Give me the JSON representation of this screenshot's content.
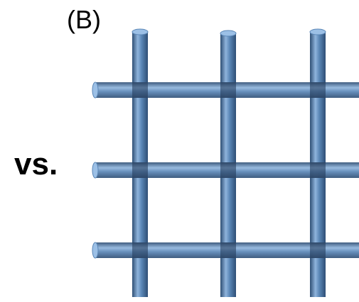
{
  "panel": {
    "label": "(B)"
  },
  "comparison": {
    "text": "vs."
  },
  "mesh": {
    "horizontal_rods": 3,
    "vertical_rods": 3,
    "colors": {
      "rod_body": "#5a86b6",
      "rod_highlight": "#8fb4dc",
      "rod_shadow": "#2f4f75",
      "rod_end": "#9cc0e6",
      "intersection": "#2a3f5c"
    }
  }
}
